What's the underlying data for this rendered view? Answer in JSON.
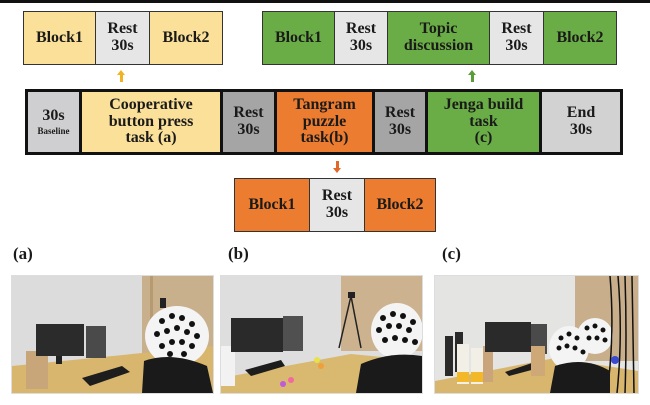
{
  "figure": {
    "top_left_sequence": {
      "color": "#fbe09a",
      "cells": [
        {
          "lines": [
            "Block1"
          ],
          "color": "#fbe09a"
        },
        {
          "lines": [
            "Rest",
            "30s"
          ],
          "color": "#e6e6e6"
        },
        {
          "lines": [
            "Block2"
          ],
          "color": "#fbe09a"
        }
      ]
    },
    "top_right_sequence": {
      "color": "#6aad46",
      "cells": [
        {
          "lines": [
            "Block1"
          ],
          "color": "#6aad46"
        },
        {
          "lines": [
            "Rest",
            "30s"
          ],
          "color": "#e6e6e6"
        },
        {
          "lines": [
            "Topic",
            "discussion"
          ],
          "color": "#6aad46"
        },
        {
          "lines": [
            "Rest",
            "30s"
          ],
          "color": "#e6e6e6"
        },
        {
          "lines": [
            "Block2"
          ],
          "color": "#6aad46"
        }
      ]
    },
    "main_timeline": {
      "cells": [
        {
          "lines": [
            "30s"
          ],
          "sub": "Baseline",
          "color": "#cfcfd1"
        },
        {
          "lines": [
            "Cooperative",
            "button press",
            "task (a)"
          ],
          "color": "#fbe09a"
        },
        {
          "lines": [
            "Rest",
            "30s"
          ],
          "color": "#a5a5a5"
        },
        {
          "lines": [
            "Tangram",
            "puzzle",
            "task(b)"
          ],
          "color": "#ec7c30"
        },
        {
          "lines": [
            "Rest",
            "30s"
          ],
          "color": "#a5a5a5"
        },
        {
          "lines": [
            "Jenga build",
            "task",
            "(c)"
          ],
          "color": "#6aad46"
        },
        {
          "lines": [
            "End",
            "30s"
          ],
          "color": "#d2d2d2"
        }
      ]
    },
    "bottom_sequence": {
      "color": "#ec7c30",
      "cells": [
        {
          "lines": [
            "Block1"
          ],
          "color": "#ec7c30"
        },
        {
          "lines": [
            "Rest",
            "30s"
          ],
          "color": "#e6e6e6"
        },
        {
          "lines": [
            "Block2"
          ],
          "color": "#ec7c30"
        }
      ]
    },
    "arrows": {
      "yellow": "#f0b323",
      "green": "#5a9c3a",
      "orange": "#e0682a"
    },
    "photos": [
      {
        "label": "(a)",
        "description": "participant wearing fNIRS cap pressing keyboard button at desk"
      },
      {
        "label": "(b)",
        "description": "participant wearing fNIRS cap solving tangram puzzle at desk"
      },
      {
        "label": "(c)",
        "description": "two participants wearing fNIRS caps building Jenga tower"
      }
    ]
  }
}
